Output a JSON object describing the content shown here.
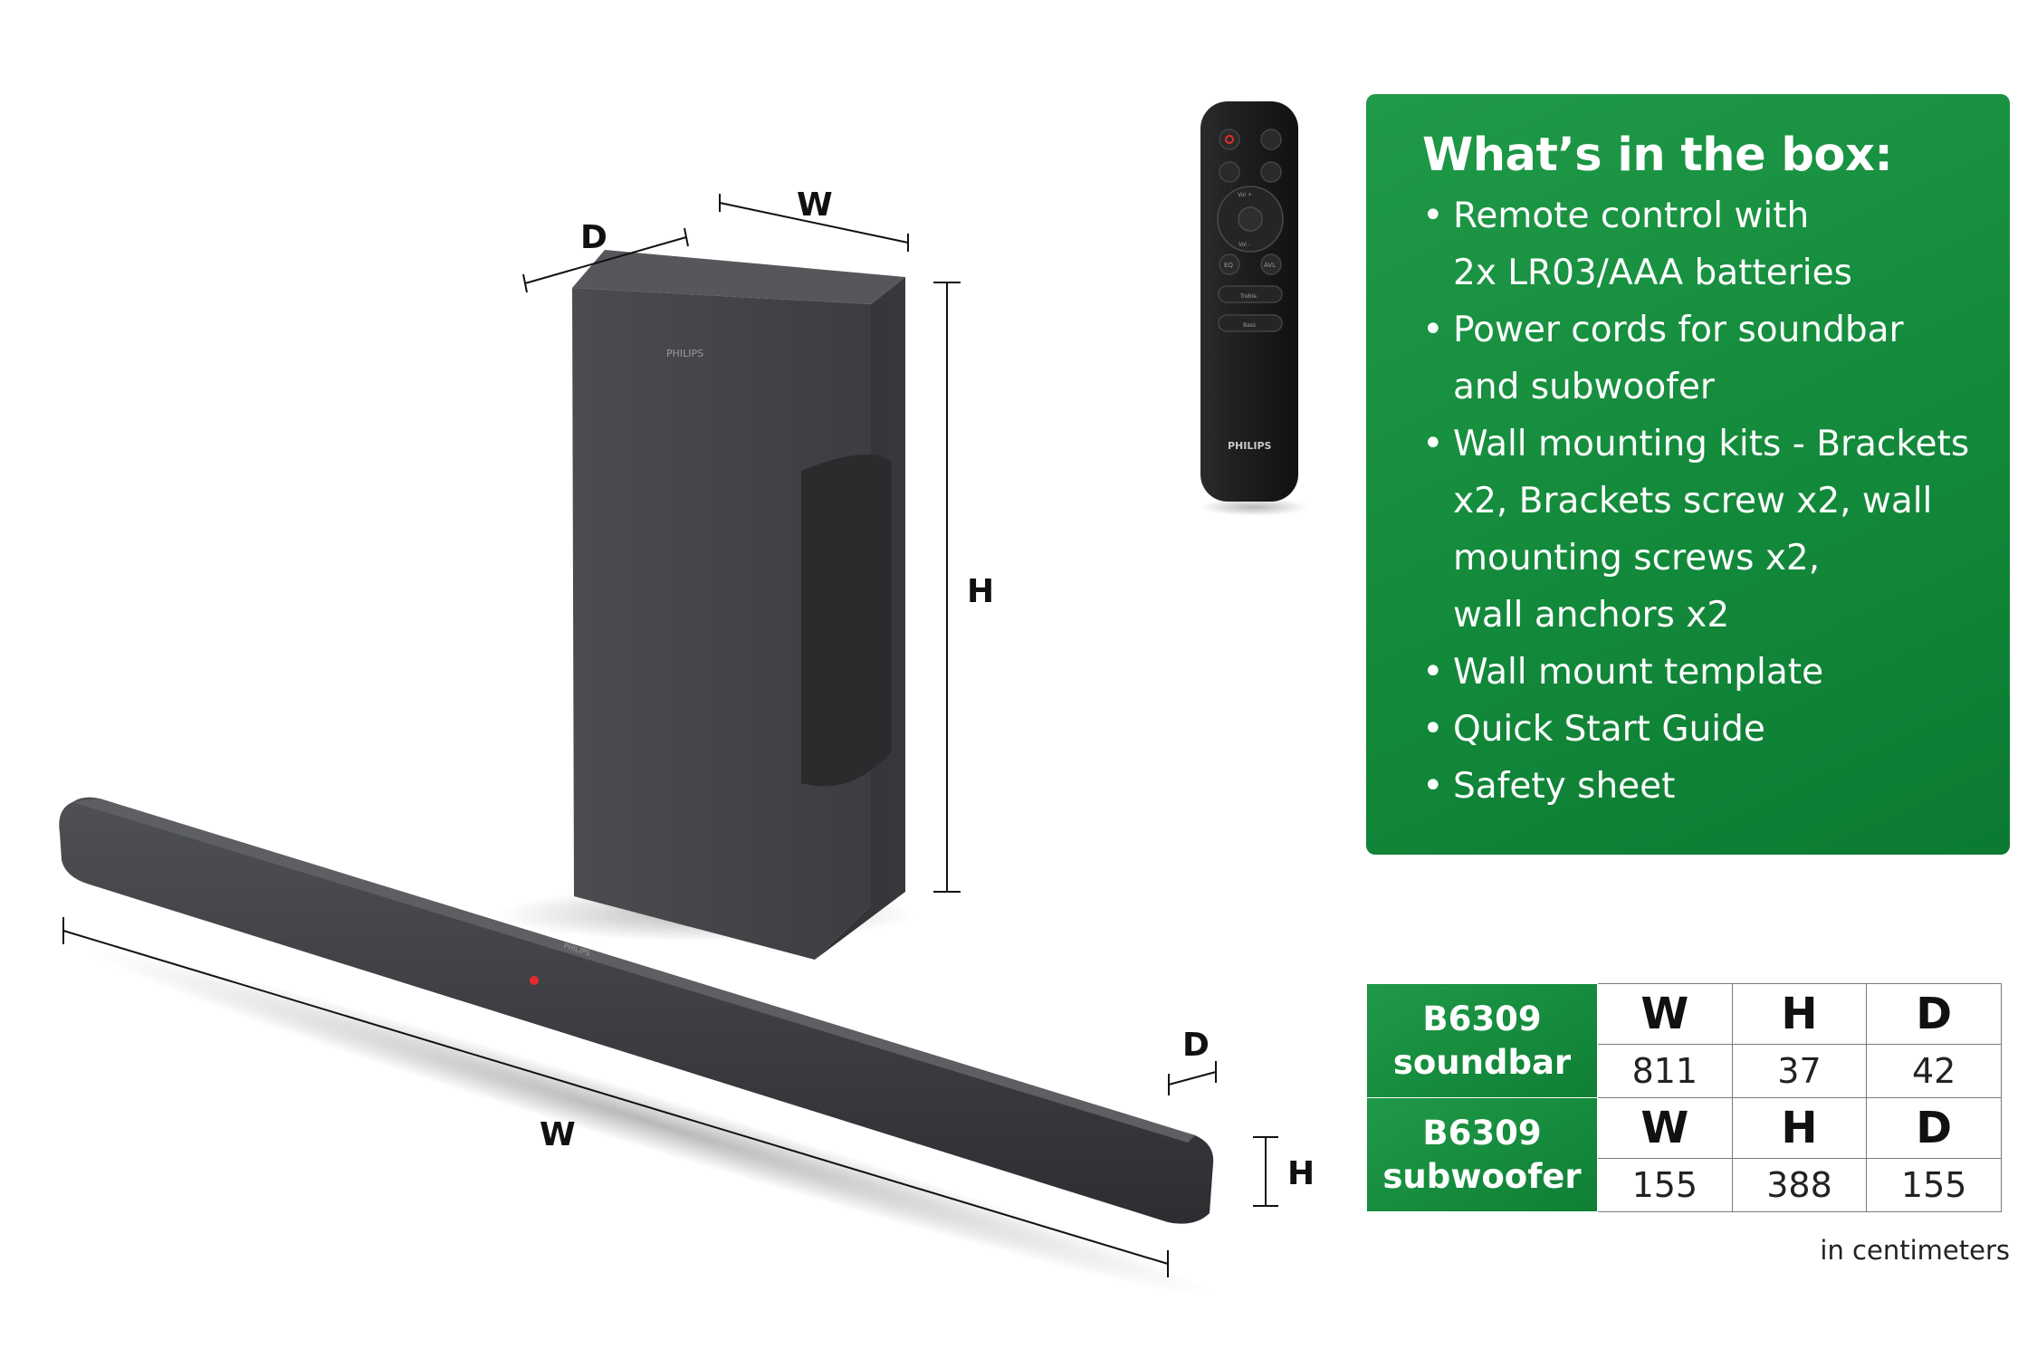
{
  "box_panel": {
    "title": "What’s in the box:",
    "items": [
      {
        "lines": [
          "Remote control with",
          "2x LR03/AAA batteries"
        ]
      },
      {
        "lines": [
          "Power cords for soundbar",
          "and subwoofer"
        ]
      },
      {
        "lines": [
          "Wall mounting kits - Brackets",
          "x2, Brackets screw x2, wall",
          "mounting screws x2,",
          "wall anchors x2"
        ]
      },
      {
        "lines": [
          "Wall mount template"
        ]
      },
      {
        "lines": [
          "Quick Start Guide"
        ]
      },
      {
        "lines": [
          "Safety sheet"
        ]
      }
    ]
  },
  "dimensions": {
    "rows": [
      {
        "model": "B6309",
        "type": "soundbar",
        "headers": [
          "W",
          "H",
          "D"
        ],
        "values": [
          "811",
          "37",
          "42"
        ]
      },
      {
        "model": "B6309",
        "type": "subwoofer",
        "headers": [
          "W",
          "H",
          "D"
        ],
        "values": [
          "155",
          "388",
          "155"
        ]
      }
    ],
    "note": "in centimeters"
  },
  "illustration": {
    "subwoofer_labels": {
      "width": "W",
      "depth": "D",
      "height": "H"
    },
    "soundbar_labels": {
      "width": "W",
      "depth": "D",
      "height": "H"
    },
    "subwoofer_brand": "PHILIPS",
    "remote_brand": "PHILIPS",
    "soundbar_brand": "PHILIPS",
    "remote_keys": {
      "vol_up": "Vol +",
      "vol_down": "Vol -",
      "eq": "EQ",
      "avl": "AVL",
      "treble": "Treble",
      "bass": "Bass"
    },
    "colors": {
      "panel_green": "#138a3b",
      "device_dark": "#3a3c3f",
      "power_red": "#e32b2b"
    }
  }
}
